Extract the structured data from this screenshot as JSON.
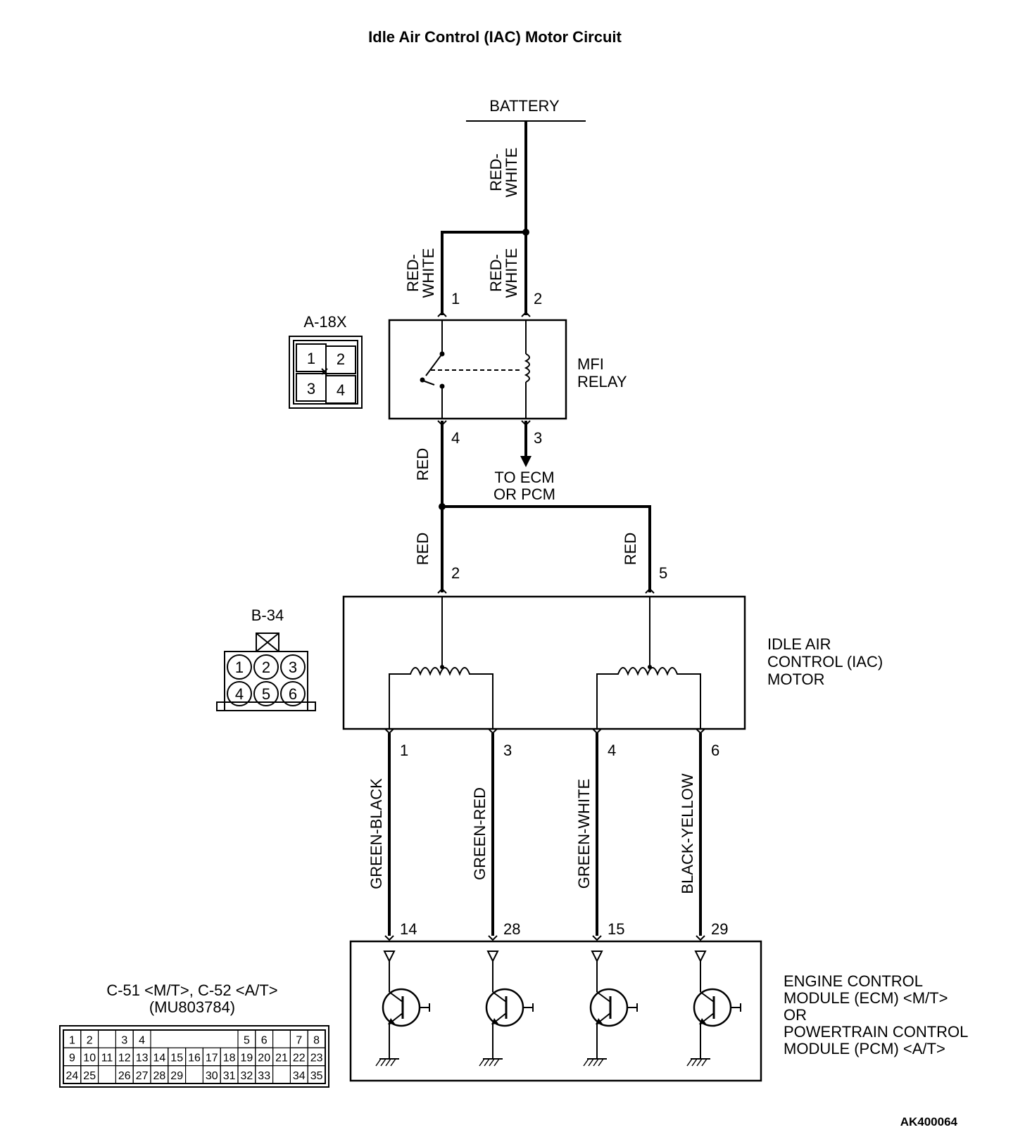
{
  "title": "Idle Air Control (IAC) Motor Circuit",
  "battery": "BATTERY",
  "wires": {
    "battery_feed": [
      "RED-",
      "WHITE"
    ],
    "relay_pin1": [
      "RED-",
      "WHITE"
    ],
    "relay_pin2": [
      "RED-",
      "WHITE"
    ],
    "relay_out": "RED",
    "iac_pin2": "RED",
    "iac_pin5": "RED",
    "iac_pin1": "GREEN-BLACK",
    "iac_pin3": "GREEN-RED",
    "iac_pin4": "GREEN-WHITE",
    "iac_pin6": "BLACK-YELLOW"
  },
  "relay": {
    "label": [
      "MFI",
      "RELAY"
    ],
    "pins": {
      "p1": "1",
      "p2": "2",
      "p4": "4",
      "p3": "3"
    },
    "to_ecm": [
      "TO ECM",
      "OR PCM"
    ]
  },
  "connector_a18x": {
    "name": "A-18X",
    "cells": [
      "1",
      "2",
      "3",
      "4"
    ]
  },
  "iac_motor": {
    "label": [
      "IDLE AIR",
      "CONTROL (IAC)",
      "MOTOR"
    ],
    "pins": {
      "top_left": "2",
      "top_right": "5",
      "b1": "1",
      "b3": "3",
      "b4": "4",
      "b6": "6"
    }
  },
  "connector_b34": {
    "name": "B-34",
    "cells": [
      "1",
      "2",
      "3",
      "4",
      "5",
      "6"
    ]
  },
  "ecm": {
    "label": [
      "ENGINE CONTROL",
      "MODULE (ECM) <M/T>",
      "OR",
      "POWERTRAIN CONTROL",
      "MODULE (PCM) <A/T>"
    ],
    "pins": [
      "14",
      "28",
      "15",
      "29"
    ]
  },
  "connector_c51": {
    "name": "C-51 <M/T>, C-52 <A/T>",
    "part": "(MU803784)",
    "row1": [
      "1",
      "2",
      "",
      "3",
      "4",
      "",
      "",
      "",
      "",
      "",
      "5",
      "6",
      "",
      "7",
      "8"
    ],
    "row2": [
      "9",
      "10",
      "11",
      "12",
      "13",
      "14",
      "15",
      "16",
      "17",
      "18",
      "19",
      "20",
      "21",
      "22",
      "23"
    ],
    "row3": [
      "24",
      "25",
      "",
      "26",
      "27",
      "28",
      "29",
      "",
      "30",
      "31",
      "32",
      "33",
      "",
      "34",
      "35"
    ]
  },
  "figure_code": "AK400064"
}
